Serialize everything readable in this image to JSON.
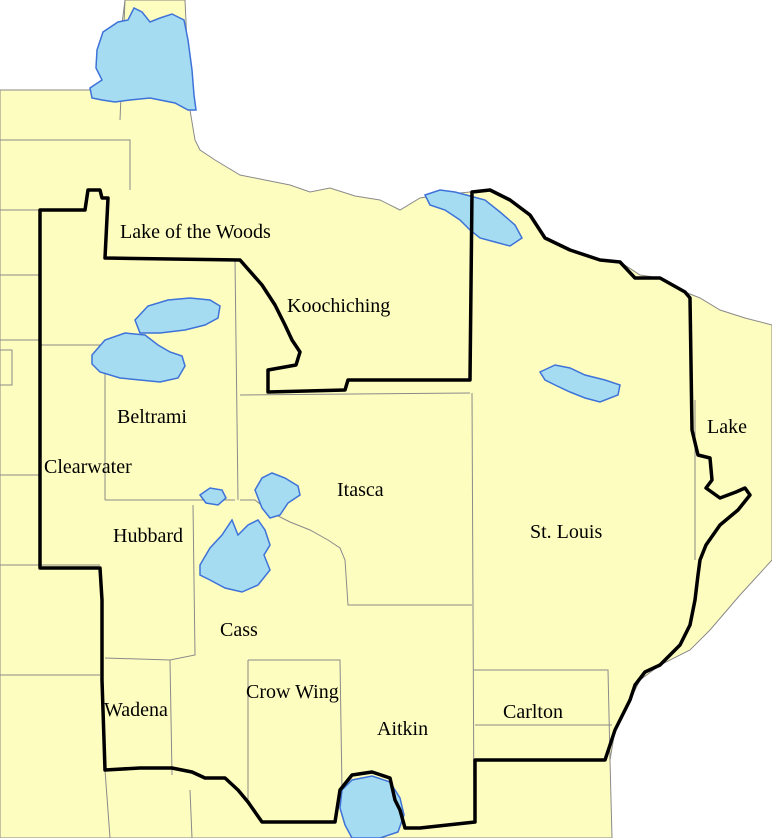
{
  "map": {
    "counties": [
      {
        "id": "lake-of-the-woods",
        "label": "Lake of the Woods"
      },
      {
        "id": "koochiching",
        "label": "Koochiching"
      },
      {
        "id": "beltrami",
        "label": "Beltrami"
      },
      {
        "id": "clearwater",
        "label": "Clearwater"
      },
      {
        "id": "itasca",
        "label": "Itasca"
      },
      {
        "id": "st-louis",
        "label": "St. Louis"
      },
      {
        "id": "lake",
        "label": "Lake"
      },
      {
        "id": "hubbard",
        "label": "Hubbard"
      },
      {
        "id": "cass",
        "label": "Cass"
      },
      {
        "id": "crow-wing",
        "label": "Crow Wing"
      },
      {
        "id": "wadena",
        "label": "Wadena"
      },
      {
        "id": "aitkin",
        "label": "Aitkin"
      },
      {
        "id": "carlton",
        "label": "Carlton"
      }
    ],
    "colors": {
      "land": "#fefdc0",
      "water": "#a6dcf2",
      "water_outline": "#3d72d8",
      "county_lines": "#8a8a8a",
      "region_border": "#000000",
      "background": "#ffffff"
    }
  }
}
